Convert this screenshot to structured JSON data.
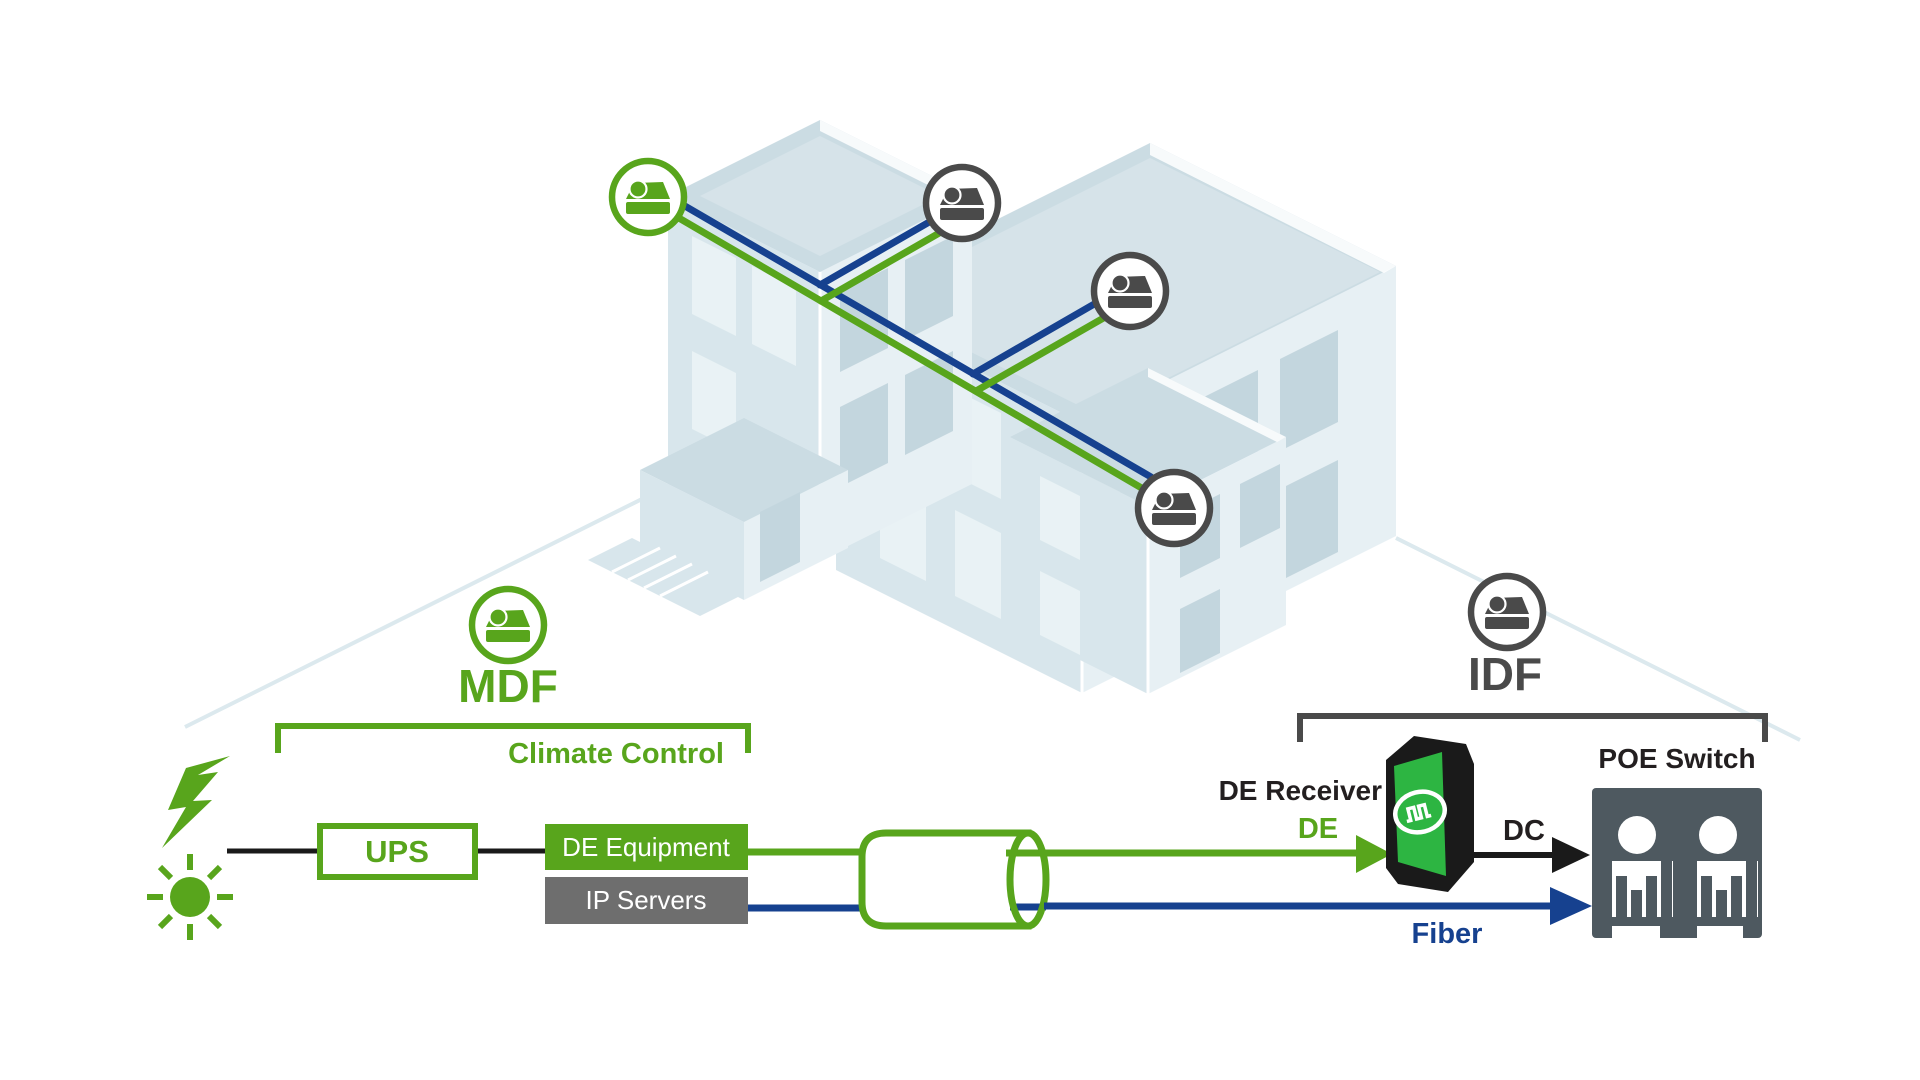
{
  "labels": {
    "mdf": "MDF",
    "climate_control": "Climate Control",
    "idf": "IDF",
    "ups": "UPS",
    "de_equipment": "DE Equipment",
    "ip_servers": "IP Servers",
    "de_receiver": "DE Receiver",
    "de": "DE",
    "dc": "DC",
    "fiber": "Fiber",
    "poe_switch": "POE Switch"
  },
  "icons": {
    "camera": "dome-surveillance-camera-icon",
    "lightning": "power-surge-icon",
    "sun": "solar-power-icon",
    "conduit": "cable-conduit-icon",
    "receiver": "de-receiver-device-icon",
    "switch": "poe-switch-icon"
  },
  "colors": {
    "green": "#58a51c",
    "device-green": "#2db542",
    "navy": "#16418f",
    "camera-gray": "#4a4a4a",
    "box-gray": "#6e6e6e",
    "switch-gray": "#4e5960",
    "wire-black": "#1a1a1a",
    "text-black": "#231f20",
    "roof": "#cbdce3",
    "roof-light": "#d6e3e9",
    "wall-dark": "#d8e6ec",
    "wall-light": "#e7f0f4",
    "window": "#c3d6de",
    "window-light": "#e9f2f5",
    "ground-line": "#dce9ee"
  }
}
